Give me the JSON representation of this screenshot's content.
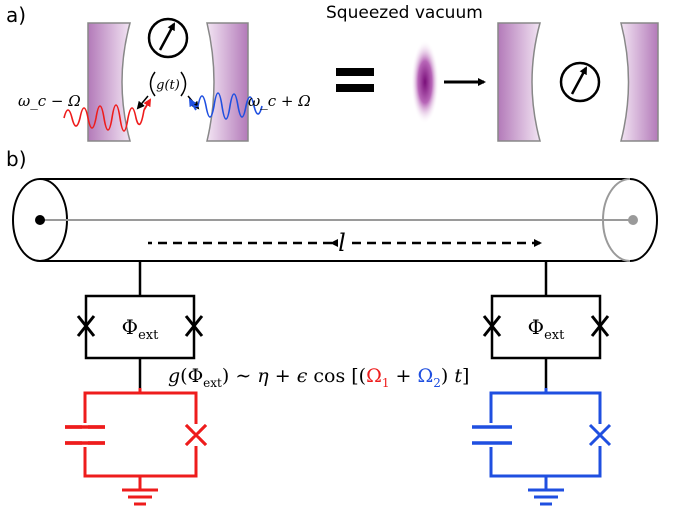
{
  "panel_a": {
    "label": "a)",
    "coupling_label": "g(t)",
    "red_tone_label": "ω_c − Ω",
    "blue_tone_label": "ω_c + Ω",
    "equals_sign": "=",
    "squeezed_title": "Squeezed vacuum"
  },
  "panel_b": {
    "label": "b)",
    "length_label": "l",
    "left_squid_label": "Φ_ext",
    "right_squid_label": "Φ_ext",
    "modulation_formula": {
      "prefix": "g(Φ",
      "prefix_sub": "ext",
      "middle": ") ∼ η + ϵ cos [(",
      "omega1": "Ω",
      "omega1_sub": "1",
      "plus": " + ",
      "omega2": "Ω",
      "omega2_sub": "2",
      "suffix": ") t]"
    }
  },
  "colors": {
    "red_resonator": "#ee1c1c",
    "blue_resonator": "#1f4fe0",
    "mirror_purple": "#b06fb6",
    "squeeze_purple": "#8a1a8a",
    "line_gray": "#9a9a9a"
  }
}
